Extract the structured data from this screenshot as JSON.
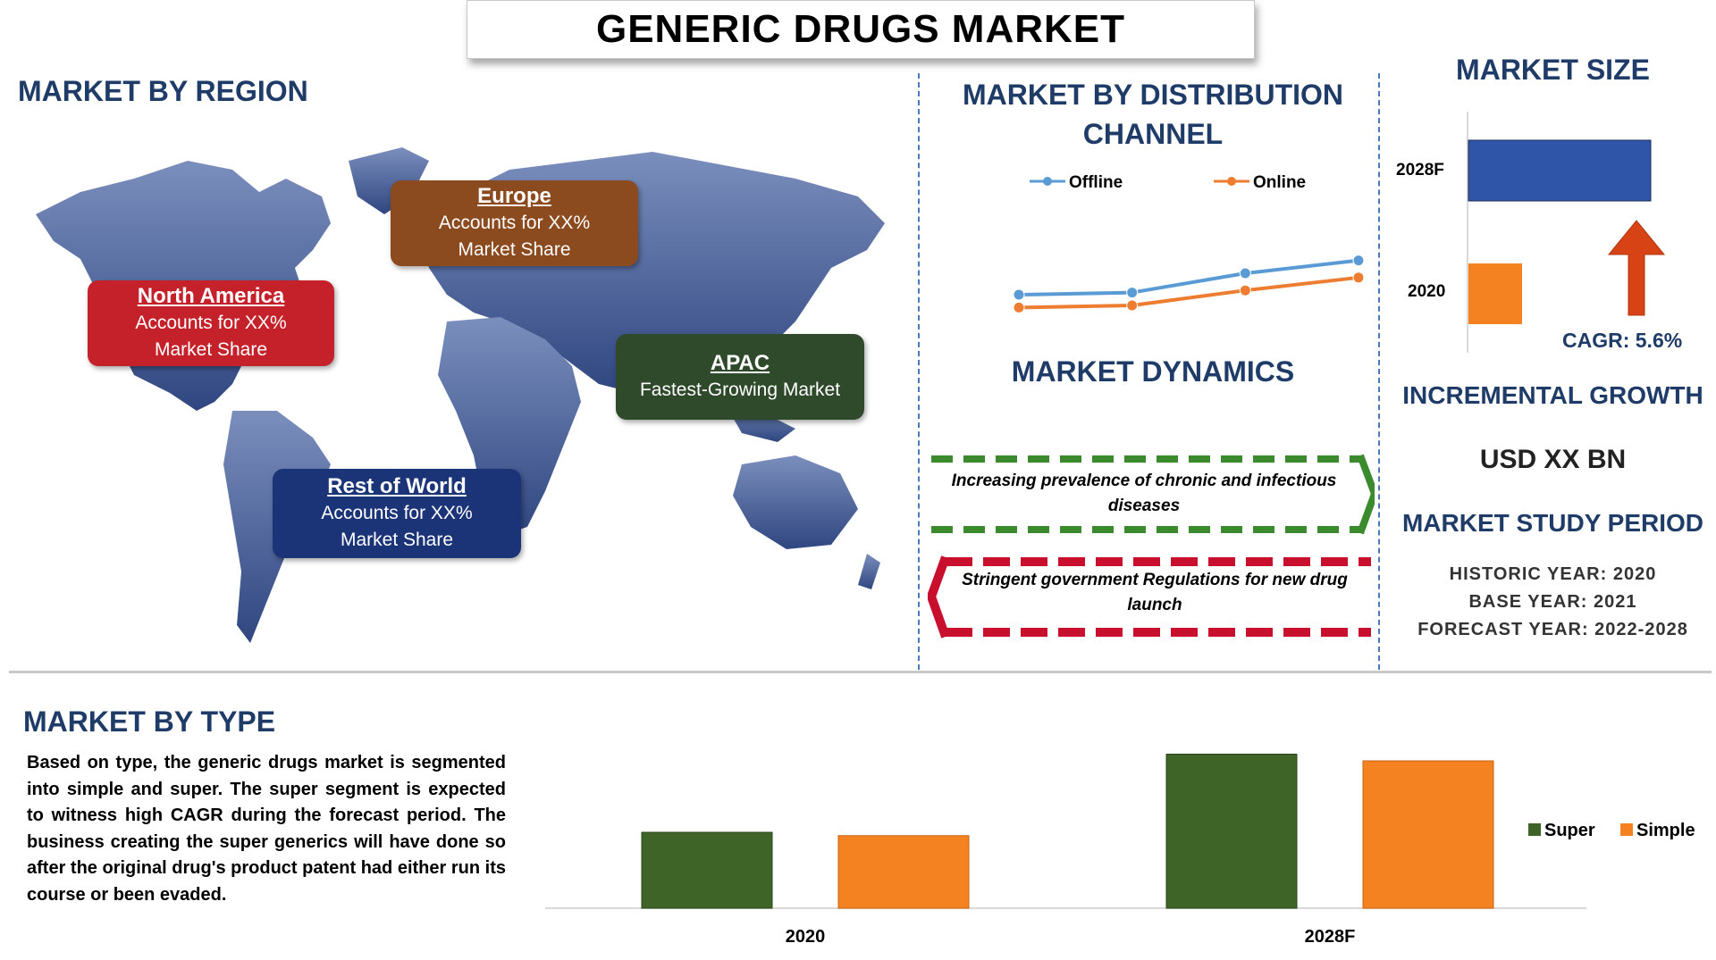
{
  "title": "GENERIC DRUGS MARKET",
  "region": {
    "heading": "MARKET BY REGION",
    "boxes": {
      "north_america": {
        "name": "North America",
        "line1": "Accounts for XX%",
        "line2": "Market Share",
        "color": "#c5212b"
      },
      "europe": {
        "name": "Europe",
        "line1": "Accounts for XX%",
        "line2": "Market Share",
        "color": "#8c4a1f"
      },
      "apac": {
        "name": "APAC",
        "line1": "Fastest-Growing Market",
        "color": "#2e4a2a"
      },
      "rest_of_world": {
        "name": "Rest of World",
        "line1": "Accounts for XX%",
        "line2": "Market Share",
        "color": "#1b3478"
      }
    },
    "map_color": "#3f5590"
  },
  "distribution": {
    "heading_line1": "MARKET BY DISTRIBUTION",
    "heading_line2": "CHANNEL",
    "legend": {
      "offline": "Offline",
      "online": "Online"
    }
  },
  "dynamics": {
    "heading": "MARKET DYNAMICS",
    "driver": "Increasing prevalence of chronic and infectious diseases",
    "restraint": "Stringent government Regulations for new drug launch",
    "driver_color": "#3c8a2e",
    "restraint_color": "#c8102e"
  },
  "market_size": {
    "heading": "MARKET SIZE",
    "labels": {
      "y2028": "2028F",
      "y2020": "2020"
    },
    "cagr": "CAGR: 5.6%"
  },
  "incremental": {
    "heading": "INCREMENTAL GROWTH",
    "value": "USD XX BN"
  },
  "study": {
    "heading": "MARKET STUDY PERIOD",
    "historic": "HISTORIC YEAR: 2020",
    "base": "BASE YEAR: 2021",
    "forecast": "FORECAST YEAR: 2022-2028"
  },
  "type": {
    "heading": "MARKET BY TYPE",
    "paragraph": "Based on type, the generic drugs market is segmented into simple and super. The super segment is expected to witness high CAGR during the forecast period. The business creating the super generics will have done so after the original drug's product patent had either run its course or been evaded."
  },
  "chart_data": [
    {
      "type": "line",
      "series": [
        {
          "name": "Offline",
          "values": [
            1.0,
            1.1,
            2.0,
            2.6
          ],
          "color": "#5b9bd5"
        },
        {
          "name": "Online",
          "values": [
            0.4,
            0.5,
            1.2,
            1.8
          ],
          "color": "#ed7d31"
        }
      ]
    },
    {
      "type": "bar",
      "categories": [
        "2028F",
        "2020"
      ],
      "values": [
        3.4,
        1.0
      ],
      "colors": [
        "#2f55a8",
        "#f58220"
      ]
    },
    {
      "type": "bar",
      "categories": [
        "2020",
        "2028F"
      ],
      "series": [
        {
          "name": "Super",
          "values": [
            68,
            138
          ],
          "color": "#3f6428"
        },
        {
          "name": "Simple",
          "values": [
            65,
            132
          ],
          "color": "#f58220"
        }
      ],
      "legend": "right"
    }
  ]
}
